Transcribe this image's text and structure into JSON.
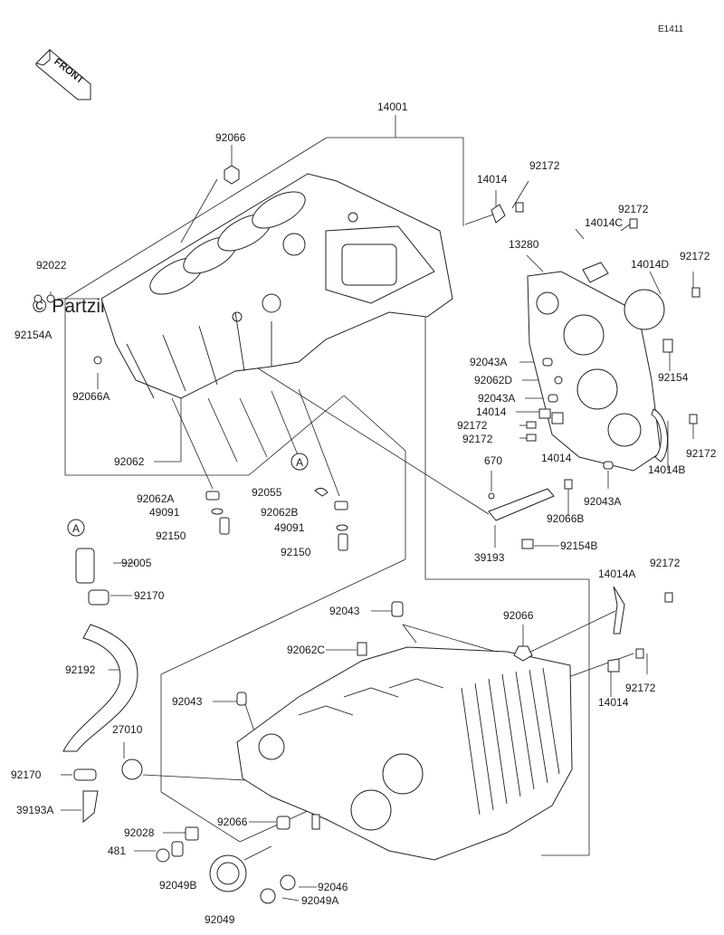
{
  "diagram_code": "E1411",
  "watermark": "© Partzilla.com",
  "front_arrow_label": "FRONT",
  "callout_letter": "A",
  "parts": [
    {
      "id": "p0",
      "label": "14001"
    },
    {
      "id": "p1",
      "label": "92066"
    },
    {
      "id": "p2",
      "label": "92022"
    },
    {
      "id": "p3",
      "label": "92154A"
    },
    {
      "id": "p4",
      "label": "92066A"
    },
    {
      "id": "p5",
      "label": "92062"
    },
    {
      "id": "p6",
      "label": "92062A"
    },
    {
      "id": "p7",
      "label": "49091"
    },
    {
      "id": "p8",
      "label": "92150"
    },
    {
      "id": "p9",
      "label": "92055"
    },
    {
      "id": "p10",
      "label": "92062B"
    },
    {
      "id": "p11",
      "label": "49091"
    },
    {
      "id": "p12",
      "label": "92150"
    },
    {
      "id": "p13",
      "label": "92005"
    },
    {
      "id": "p14",
      "label": "92170"
    },
    {
      "id": "p15",
      "label": "92192"
    },
    {
      "id": "p16",
      "label": "27010"
    },
    {
      "id": "p17",
      "label": "92170"
    },
    {
      "id": "p18",
      "label": "39193A"
    },
    {
      "id": "p19",
      "label": "92028"
    },
    {
      "id": "p20",
      "label": "481"
    },
    {
      "id": "p21",
      "label": "92049B"
    },
    {
      "id": "p22",
      "label": "92049"
    },
    {
      "id": "p23",
      "label": "92066"
    },
    {
      "id": "p24",
      "label": "92043"
    },
    {
      "id": "p25",
      "label": "92062C"
    },
    {
      "id": "p26",
      "label": "92043"
    },
    {
      "id": "p27",
      "label": "92066"
    },
    {
      "id": "p28",
      "label": "92046"
    },
    {
      "id": "p29",
      "label": "92049A"
    },
    {
      "id": "p30",
      "label": "14014"
    },
    {
      "id": "p31",
      "label": "92172"
    },
    {
      "id": "p32",
      "label": "13280"
    },
    {
      "id": "p33",
      "label": "14014C"
    },
    {
      "id": "p34",
      "label": "92172"
    },
    {
      "id": "p35",
      "label": "14014D"
    },
    {
      "id": "p36",
      "label": "92172"
    },
    {
      "id": "p37",
      "label": "92154"
    },
    {
      "id": "p38",
      "label": "92043A"
    },
    {
      "id": "p39",
      "label": "92062D"
    },
    {
      "id": "p40",
      "label": "92043A"
    },
    {
      "id": "p41",
      "label": "14014"
    },
    {
      "id": "p42",
      "label": "92172"
    },
    {
      "id": "p43",
      "label": "92172"
    },
    {
      "id": "p44",
      "label": "14014"
    },
    {
      "id": "p45",
      "label": "92172"
    },
    {
      "id": "p46",
      "label": "14014B"
    },
    {
      "id": "p47",
      "label": "92043A"
    },
    {
      "id": "p48",
      "label": "670"
    },
    {
      "id": "p49",
      "label": "92066B"
    },
    {
      "id": "p50",
      "label": "39193"
    },
    {
      "id": "p51",
      "label": "92154B"
    },
    {
      "id": "p52",
      "label": "14014A"
    },
    {
      "id": "p53",
      "label": "92172"
    },
    {
      "id": "p54",
      "label": "92066"
    },
    {
      "id": "p55",
      "label": "92172"
    },
    {
      "id": "p56",
      "label": "14014"
    }
  ]
}
